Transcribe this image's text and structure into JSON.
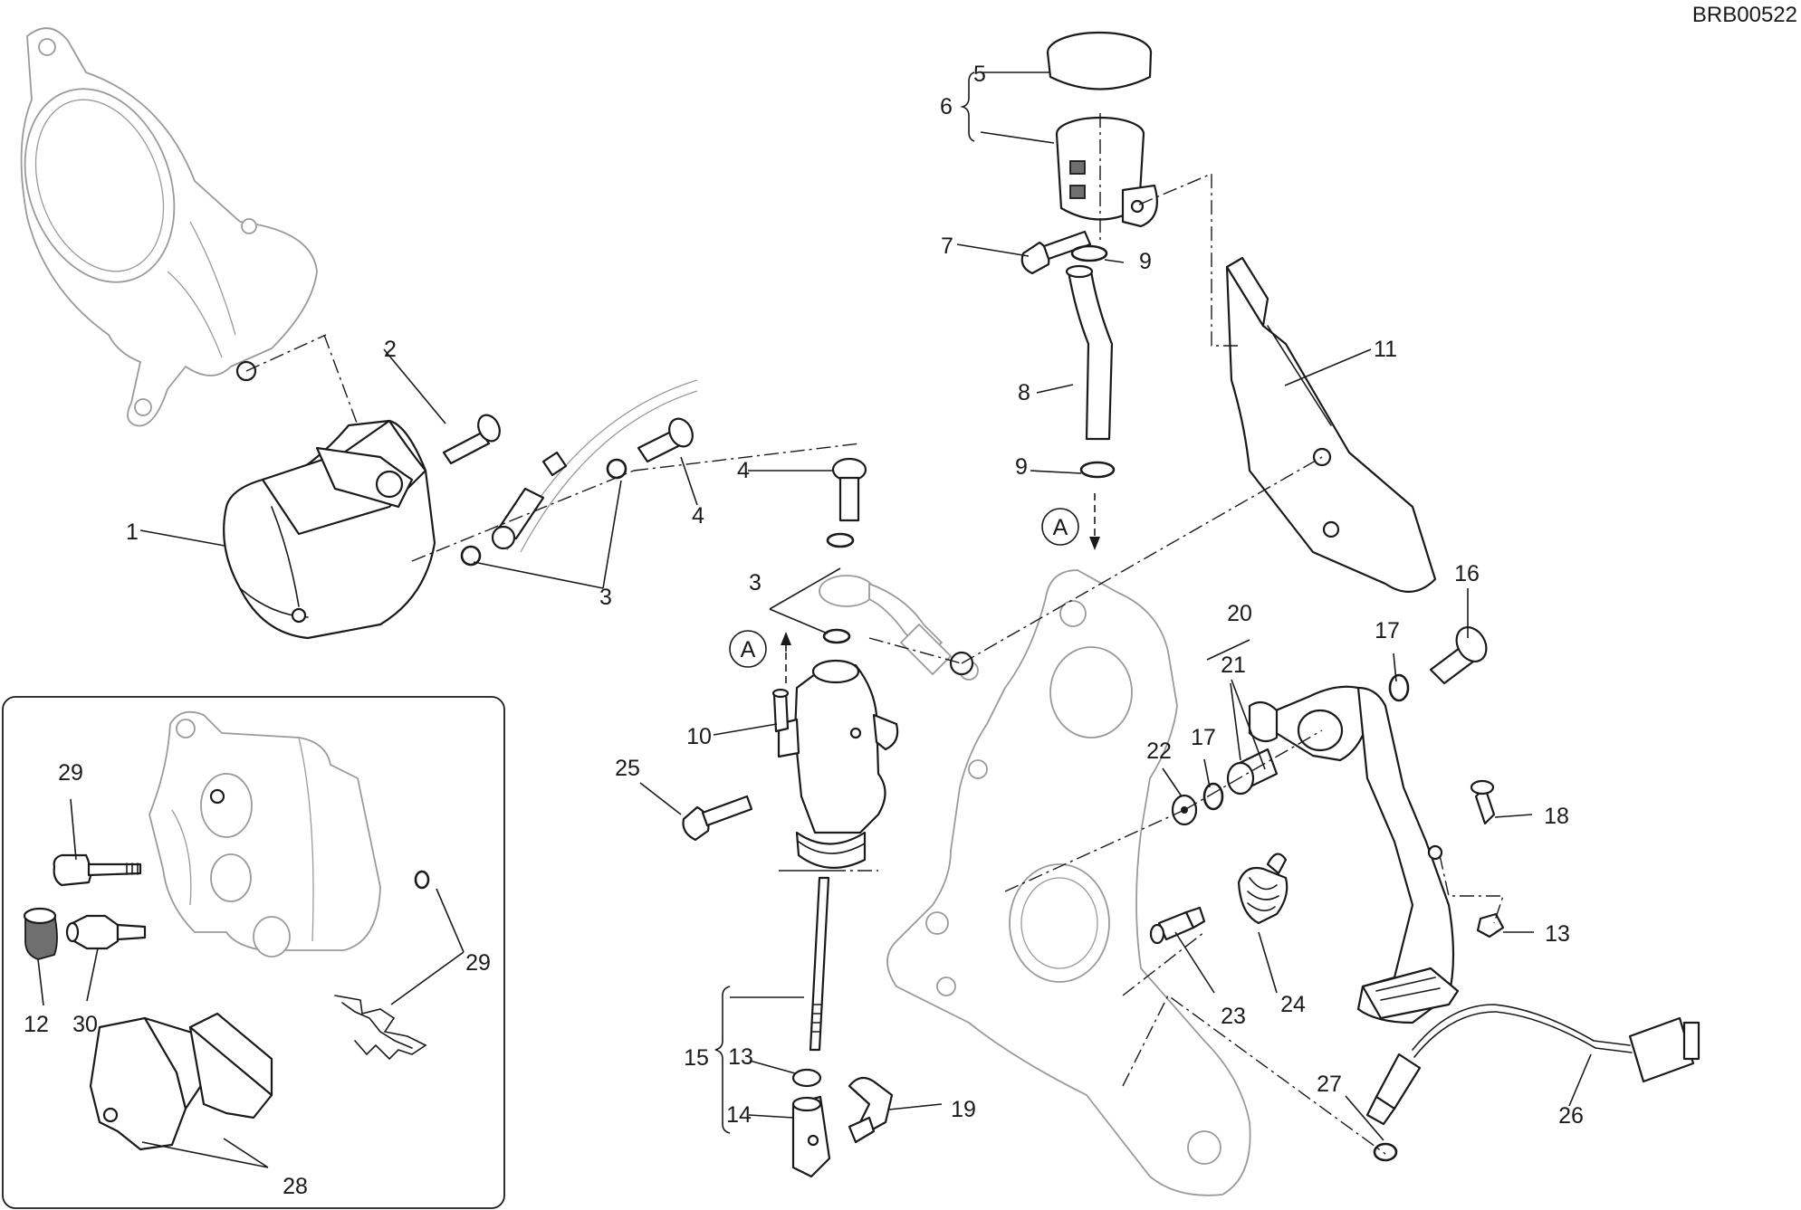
{
  "reference_code": "BRB00522",
  "view_marker": "A",
  "callouts": {
    "n1": "1",
    "n2": "2",
    "n3a": "3",
    "n3b": "3",
    "n4a": "4",
    "n4b": "4",
    "n5": "5",
    "n6": "6",
    "n7": "7",
    "n8": "8",
    "n9a": "9",
    "n9b": "9",
    "n10": "10",
    "n11": "11",
    "n12": "12",
    "n13a": "13",
    "n13b": "13",
    "n14": "14",
    "n15": "15",
    "n16": "16",
    "n17a": "17",
    "n17b": "17",
    "n18": "18",
    "n19": "19",
    "n20": "20",
    "n21": "21",
    "n22": "22",
    "n23": "23",
    "n24": "24",
    "n25": "25",
    "n26": "26",
    "n27": "27",
    "n28": "28",
    "n29a": "29",
    "n29b": "29",
    "n30": "30"
  }
}
